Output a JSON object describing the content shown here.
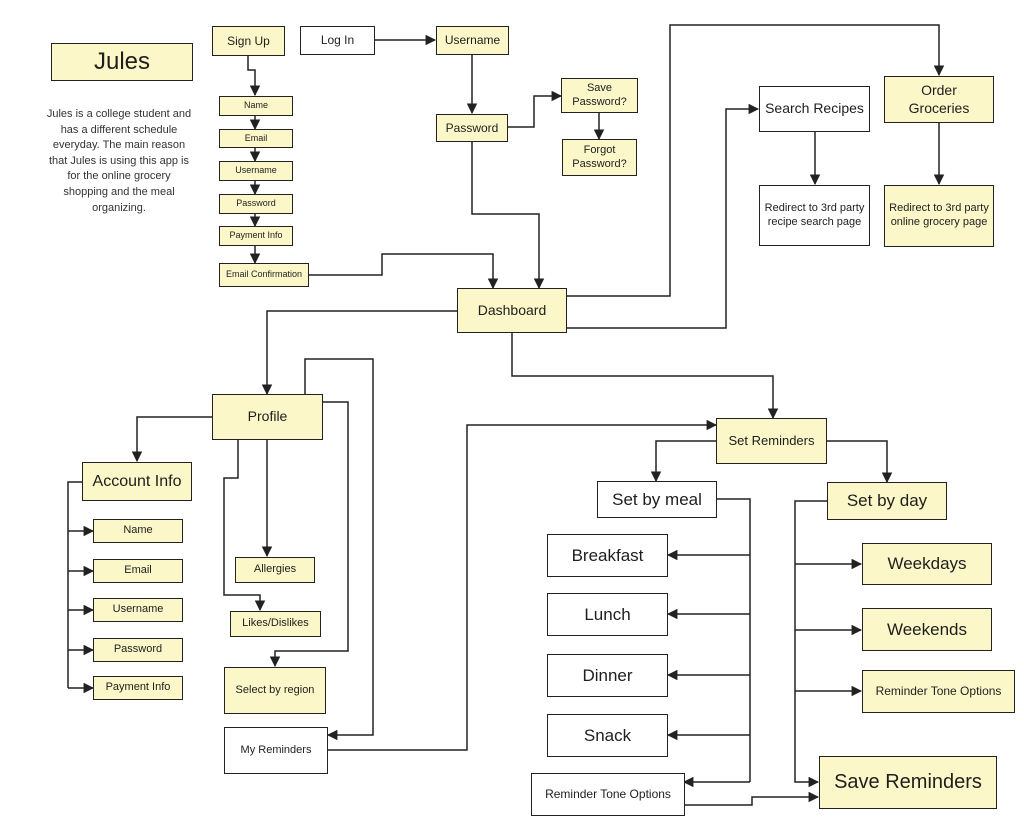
{
  "persona": {
    "name": "Jules",
    "description": "Jules is a college student and has a different schedule everyday. The main reason that Jules is using this app is for the online grocery shopping and the meal organizing."
  },
  "nodes": {
    "sign_up": "Sign Up",
    "log_in": "Log In",
    "login_username": "Username",
    "login_password": "Password",
    "save_password": "Save Password?",
    "forgot_password": "Forgot Password?",
    "signup_name": "Name",
    "signup_email": "Email",
    "signup_username": "Username",
    "signup_password": "Password",
    "signup_payment": "Payment Info",
    "signup_email_confirmation": "Email Confirmation",
    "dashboard": "Dashboard",
    "search_recipes": "Search Recipes",
    "order_groceries": "Order Groceries",
    "recipe_redirect": "Redirect to 3rd party recipe search page",
    "grocery_redirect": "Redirect to 3rd party online grocery page",
    "profile": "Profile",
    "account_info": "Account Info",
    "account_name": "Name",
    "account_email": "Email",
    "account_username": "Username",
    "account_password": "Password",
    "account_payment": "Payment Info",
    "allergies": "Allergies",
    "likes_dislikes": "Likes/Dislikes",
    "select_by_region": "Select by region",
    "my_reminders": "My Reminders",
    "set_reminders": "Set Reminders",
    "set_by_meal": "Set by meal",
    "set_by_day": "Set by day",
    "breakfast": "Breakfast",
    "lunch": "Lunch",
    "dinner": "Dinner",
    "snack": "Snack",
    "meal_tone_options": "Reminder Tone Options",
    "weekdays": "Weekdays",
    "weekends": "Weekends",
    "day_tone_options": "Reminder Tone Options",
    "save_reminders": "Save Reminders"
  },
  "colors": {
    "box_fill_yellow": "#fbf7c8",
    "box_fill_white": "#ffffff",
    "line": "#222222"
  }
}
